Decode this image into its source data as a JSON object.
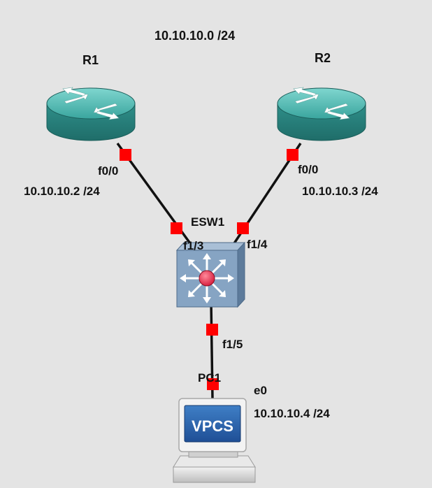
{
  "network_label": "10.10.10.0 /24",
  "nodes": {
    "r1": {
      "name": "R1"
    },
    "r2": {
      "name": "R2"
    },
    "esw1": {
      "name": "ESW1"
    },
    "pc1": {
      "name": "PC1",
      "screen_text": "VPCS"
    }
  },
  "links": {
    "r1_esw1": {
      "r1_port": "f0/0",
      "r1_ip": "10.10.10.2 /24",
      "esw_port": "f1/3"
    },
    "r2_esw1": {
      "r2_port": "f0/0",
      "r2_ip": "10.10.10.3 /24",
      "esw_port": "f1/4"
    },
    "esw1_pc1": {
      "esw_port": "f1/5",
      "pc_port": "e0",
      "pc_ip": "10.10.10.4 /24"
    }
  },
  "colors": {
    "background": "#e4e4e4",
    "router_body": "#2f8f8a",
    "switch_body": "#7f9dbb",
    "port_marker": "#ff0000",
    "link": "#111111"
  }
}
